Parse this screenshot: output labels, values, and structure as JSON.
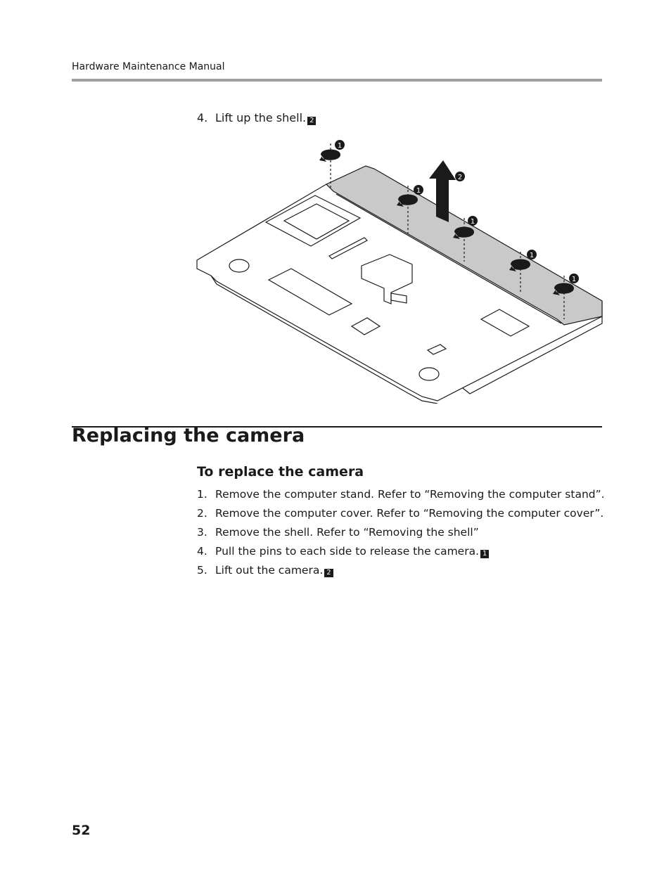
{
  "header": {
    "running_title": "Hardware Maintenance Manual"
  },
  "previous_procedure": {
    "step_number": "4.",
    "step_text": "Lift up the shell.",
    "step_tag": "2"
  },
  "figure": {
    "callouts": [
      "1",
      "1",
      "1",
      "1",
      "1",
      "2"
    ]
  },
  "section": {
    "title": "Replacing the camera",
    "subtitle": "To replace the camera",
    "steps": [
      {
        "number": "1.",
        "text": "Remove the computer stand. Refer to “Removing the computer stand”.",
        "tag": ""
      },
      {
        "number": "2.",
        "text": "Remove the computer cover. Refer to “Removing the computer cover”.",
        "tag": ""
      },
      {
        "number": "3.",
        "text": "Remove the shell. Refer to “Removing the shell”",
        "tag": ""
      },
      {
        "number": "4.",
        "text": "Pull the pins to each side to release the camera.",
        "tag": "1"
      },
      {
        "number": "5.",
        "text": "Lift out the camera.",
        "tag": "2"
      }
    ]
  },
  "footer": {
    "page_number": "52"
  }
}
